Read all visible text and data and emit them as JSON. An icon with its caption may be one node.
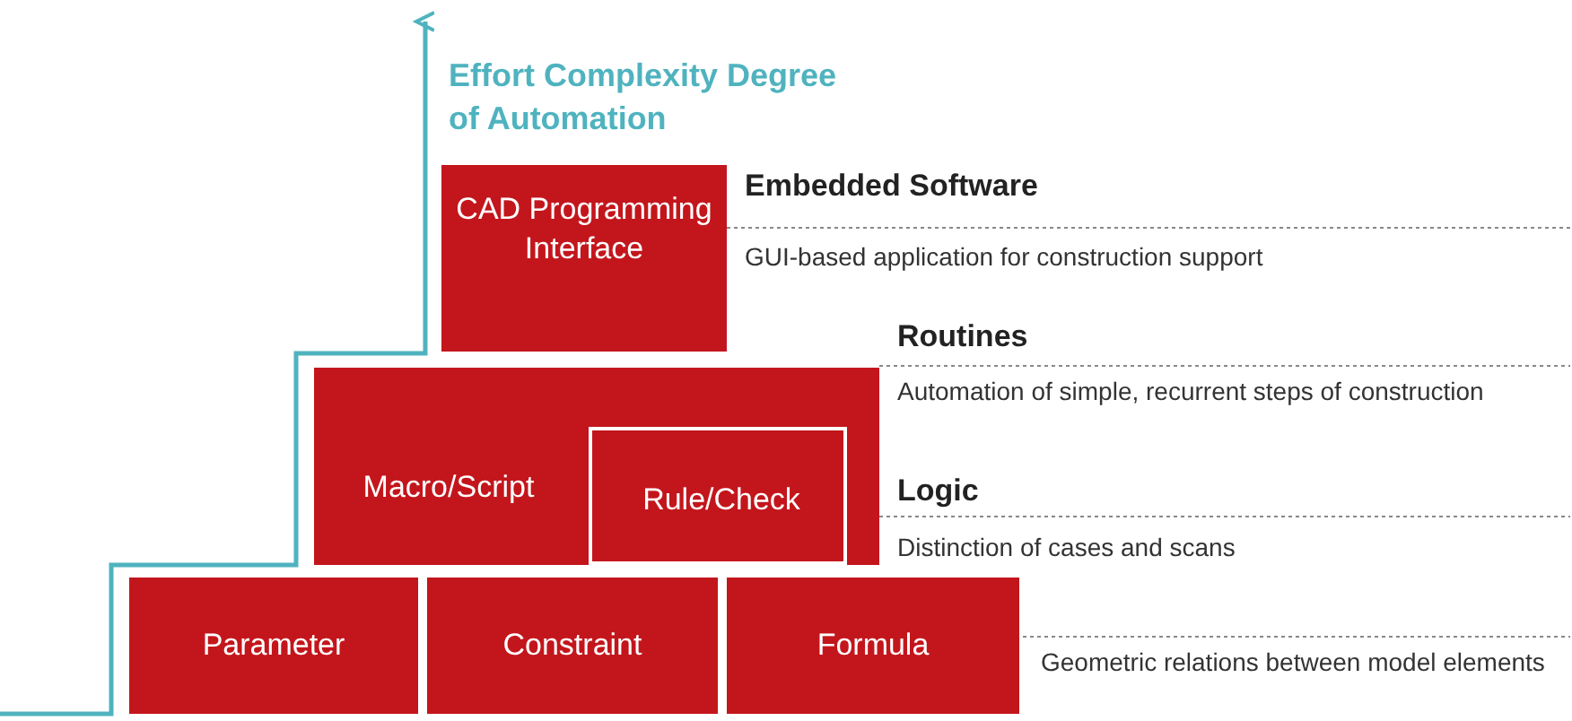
{
  "diagram": {
    "nodes": [
      {
        "text": [
          "CAD Programming Interface"
        ]
      },
      {
        "text": [
          "Macro/Script"
        ]
      },
      {
        "text": [
          "Rule/Check"
        ],
        "in": 1
      },
      {
        "text": [
          "Parameter"
        ]
      },
      {
        "text": [
          "Constraint"
        ]
      },
      {
        "text": [
          "Formula"
        ]
      }
    ],
    "labels": [
      "Effort Complexity Degree of Automation",
      "Embedded Software",
      "GUI-based application for construction support",
      "Routines",
      "Automation of simple, recurrent steps of construction",
      "Logic",
      "Distinction of cases and scans",
      "Geometric relations between model elements"
    ]
  }
}
